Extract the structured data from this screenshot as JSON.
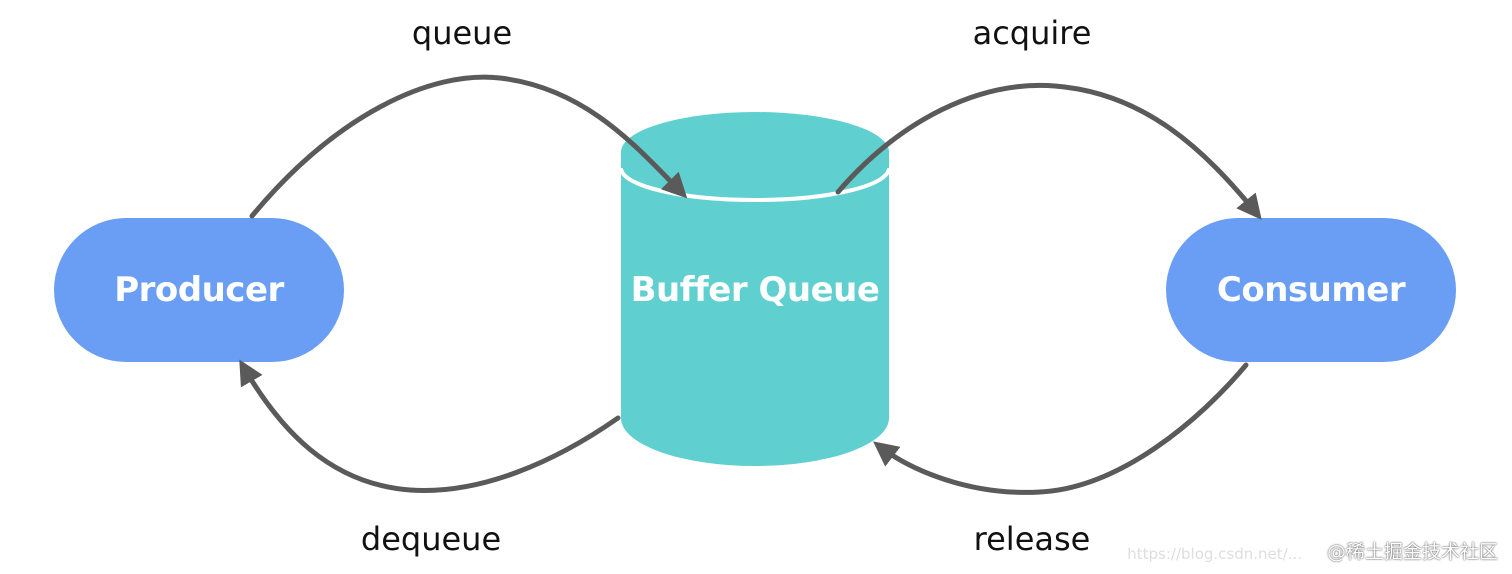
{
  "colors": {
    "node_fill": "#6a9ef5",
    "queue_fill": "#5fd0cf",
    "arrow_stroke": "#5a5a5a",
    "label_text": "#111111"
  },
  "nodes": {
    "producer": "Producer",
    "buffer_queue": "Buffer Queue",
    "consumer": "Consumer"
  },
  "edges": {
    "queue": "queue",
    "acquire": "acquire",
    "dequeue": "dequeue",
    "release": "release"
  },
  "watermark": {
    "text": "@稀土掘金技术社区",
    "url": "https://blog.csdn.net/..."
  }
}
